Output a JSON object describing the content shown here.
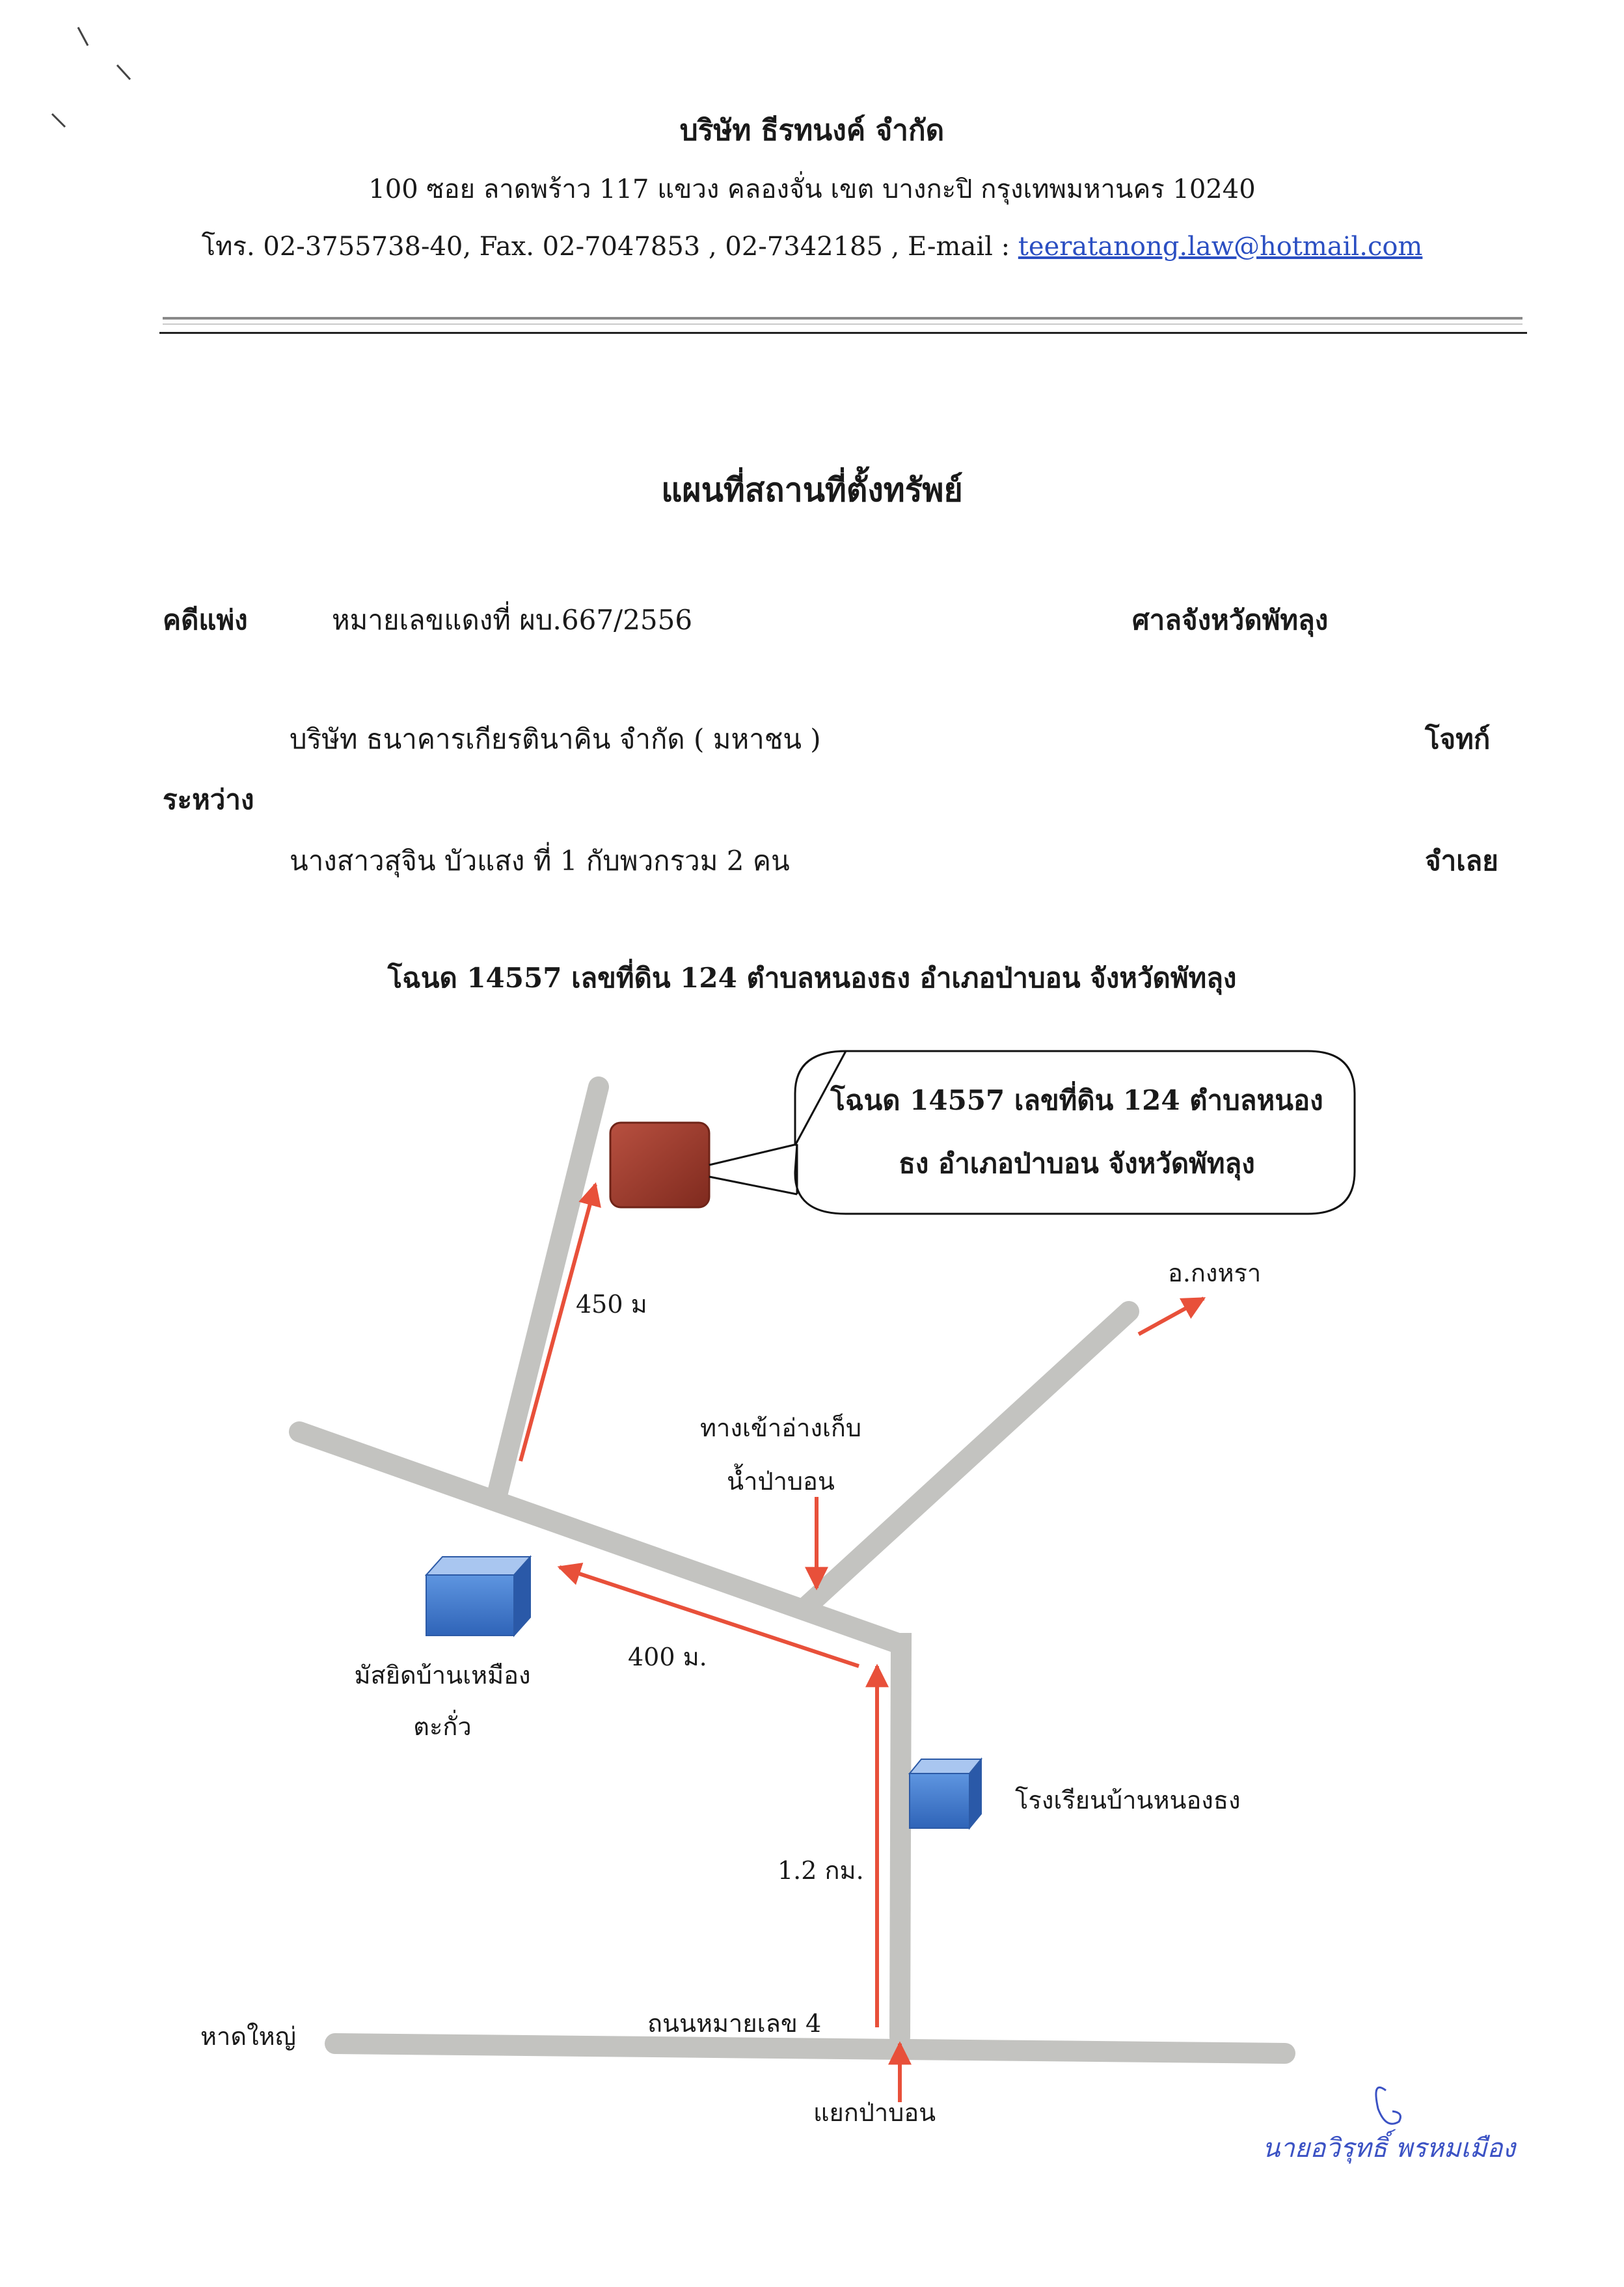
{
  "header": {
    "company": "บริษัท  ธีรทนงค์ จำกัด",
    "address": "100 ซอย ลาดพร้าว 117  แขวง คลองจั่น  เขต บางกะปิ  กรุงเทพมหานคร  10240",
    "contact": "โทร. 02-3755738-40, Fax.  02-7047853 , 02-7342185 , E-mail : ",
    "email": "teeratanong.law@hotmail.com"
  },
  "document": {
    "title": "แผนที่สถานที่ตั้งทรัพย์",
    "case_type": "คดีแพ่ง",
    "case_number": "หมายเลขแดงที่   ผบ.667/2556",
    "court": "ศาลจังหวัดพัทลุง",
    "plaintiff": "บริษัท ธนาคารเกียรตินาคิน จำกัด  ( มหาชน )",
    "plaintiff_role": "โจทก์",
    "between": "ระหว่าง",
    "defendant": "นางสาวสุจิน บัวแสง  ที่ 1  กับพวกรวม 2 คน",
    "defendant_role": "จำเลย",
    "deed_line": "โฉนด  14557  เลขที่ดิน 124 ตำบลหนองธง   อำเภอป่าบอน    จังหวัดพัทลุง"
  },
  "map": {
    "callout_line1": "โฉนด  14557  เลขที่ดิน 124 ตำบลหนอง",
    "callout_line2": "ธง  อำเภอป่าบอน    จังหวัดพัทลุง",
    "dist_450": "450 ม",
    "kongra": "อ.กงหรา",
    "reservoir_line1": "ทางเข้าอ่างเก็บ",
    "reservoir_line2": "น้ำป่าบอน",
    "mosque_line1": "มัสยิดบ้านเหมือง",
    "mosque_line2": "ตะกั่ว",
    "dist_400": "400 ม.",
    "school": "โรงเรียนบ้านหนองธง",
    "dist_12km": "1.2  กม.",
    "hatyai": "หาดใหญ่",
    "road4": "ถนนหมายเลข 4",
    "junction": "แยกป่าบอน",
    "colors": {
      "road": "#c3c3c0",
      "arrow": "#e8503a",
      "property": "#9c3b2c",
      "building": "#4f86d6"
    }
  },
  "signature": {
    "name": "นายอวิรุทธิ์ พรหมเมือง"
  }
}
